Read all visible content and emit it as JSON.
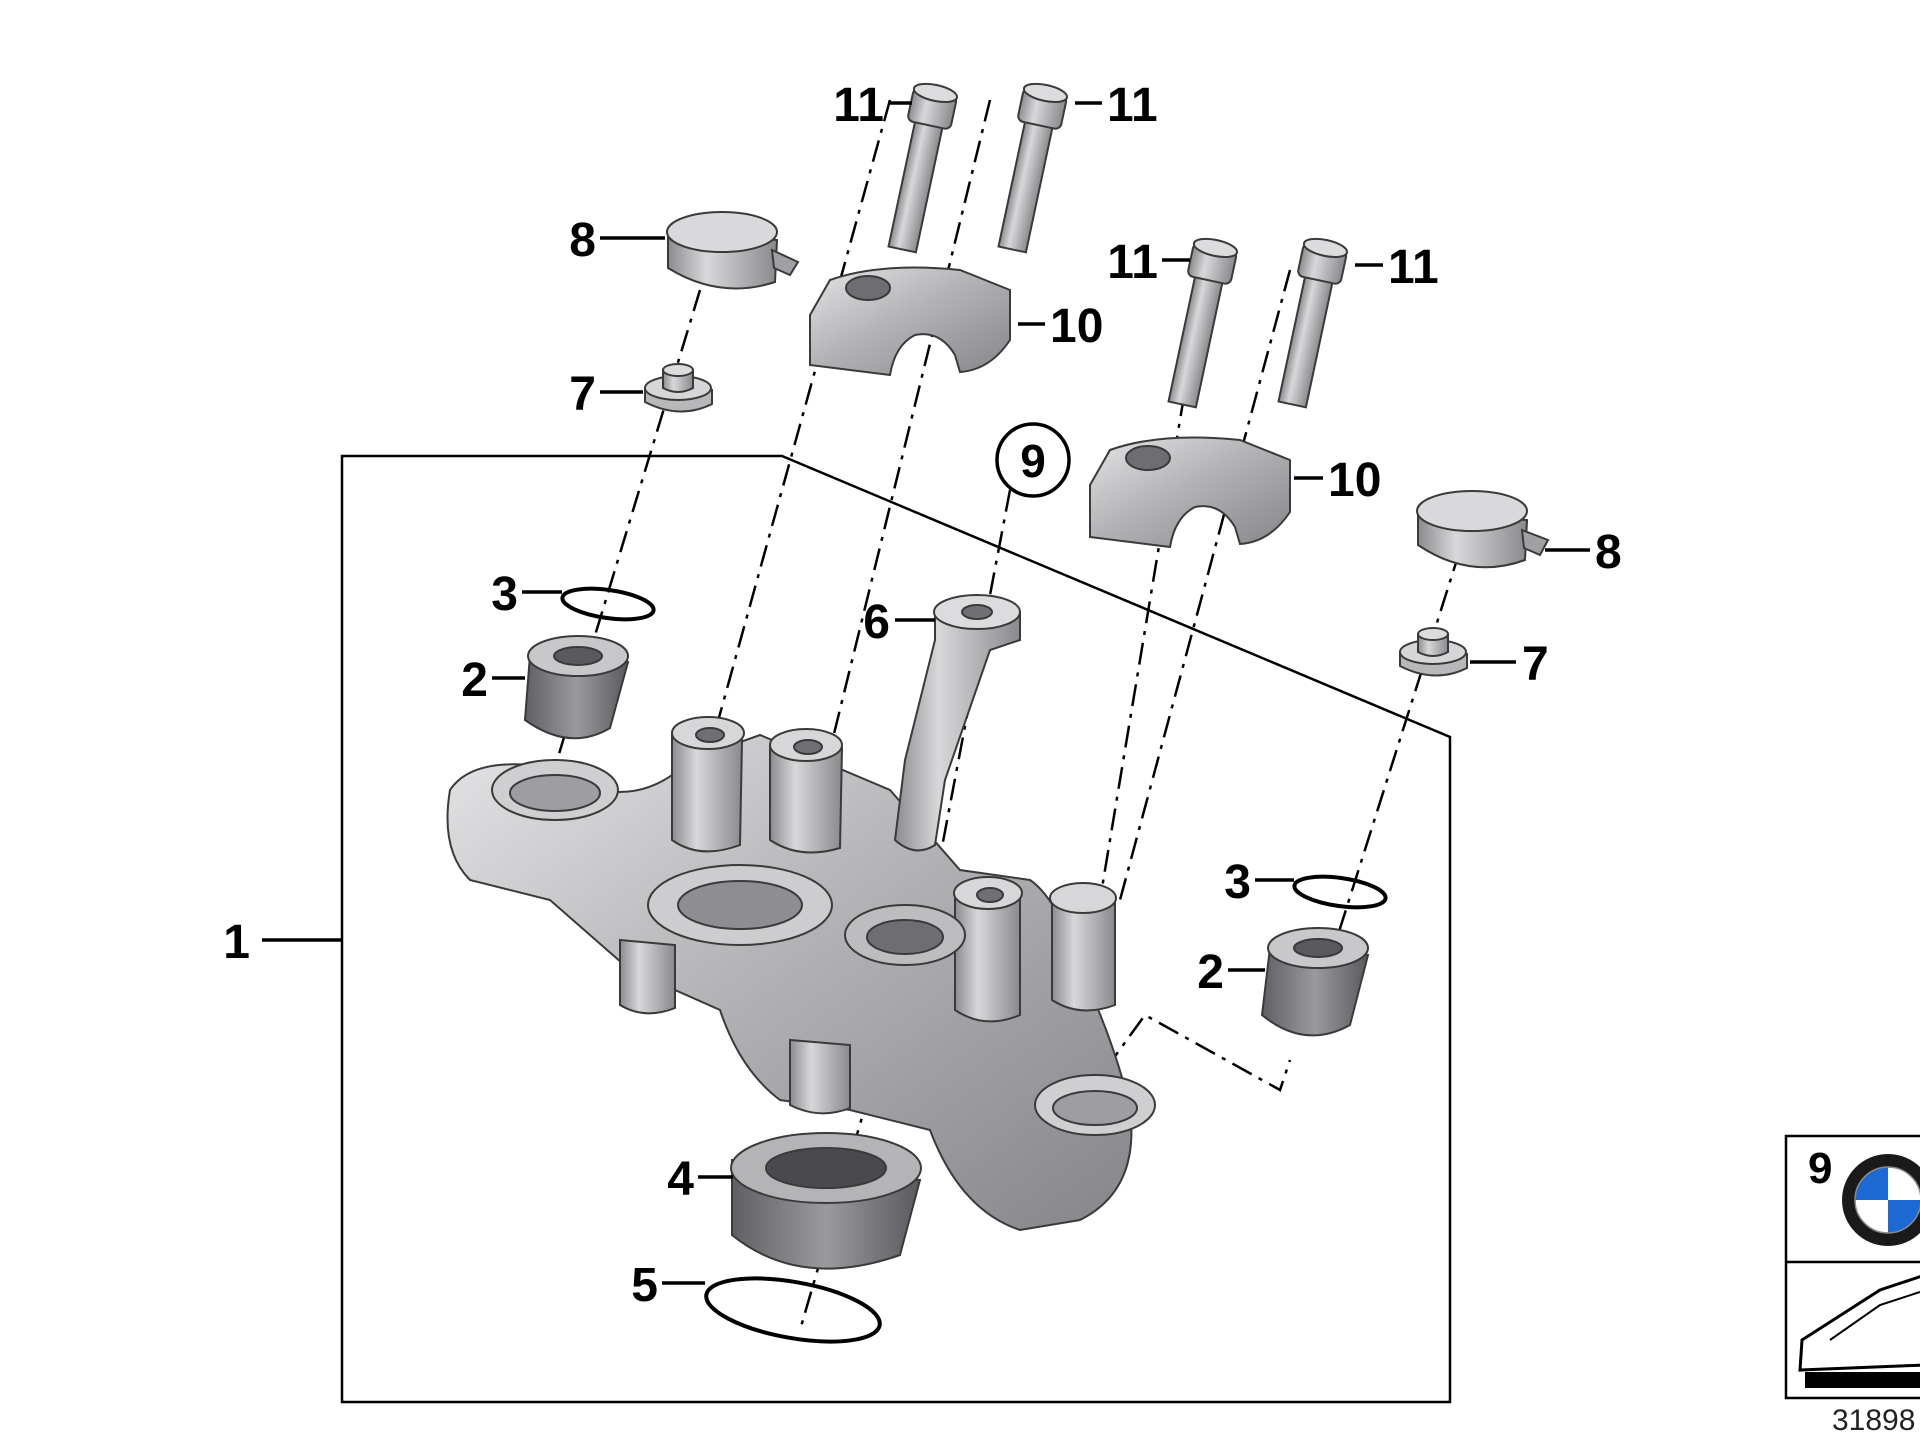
{
  "diagram": {
    "labels": {
      "assembly": "1",
      "bushing_left": "2",
      "bushing_right": "2",
      "oring_left": "3",
      "oring_right": "3",
      "bearing": "4",
      "ring_lower": "5",
      "pivot_pin": "6",
      "nut_left": "7",
      "nut_right": "7",
      "cap_left": "8",
      "cap_right": "8",
      "kit_marker": "9",
      "clamp_left": "10",
      "clamp_right": "10",
      "bolt_1": "11",
      "bolt_2": "11",
      "bolt_3": "11",
      "bolt_4": "11"
    },
    "legend": {
      "kit_number": "9",
      "reference_number": "31898"
    }
  },
  "colors": {
    "part_light": "#d4d4d6",
    "part_mid": "#a8a8ab",
    "part_dark": "#7c7c80",
    "line": "#000000"
  },
  "icons": [
    "bmw-logo-icon",
    "ruler-icon"
  ]
}
